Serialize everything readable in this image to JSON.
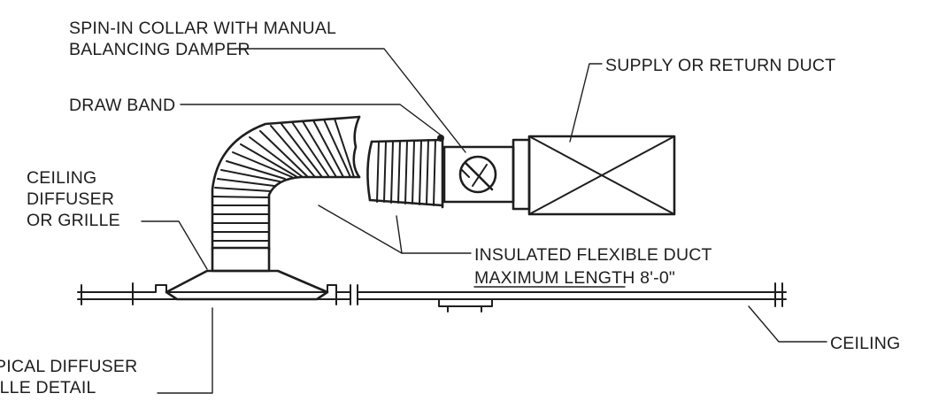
{
  "labels": {
    "collar_line1": "SPIN-IN COLLAR WITH MANUAL",
    "collar_line2": "BALANCING DAMPER",
    "supply_duct": "SUPPLY OR RETURN DUCT",
    "draw_band": "DRAW BAND",
    "diffuser_line1": "CEILING",
    "diffuser_line2": "DIFFUSER",
    "diffuser_line3": "OR GRILLE",
    "flex_line1": "INSULATED FLEXIBLE DUCT",
    "flex_line2": "MAXIMUM LENGTH 8'-0\"",
    "ceiling": "CEILING",
    "detail_line1": "PICAL DIFFUSER",
    "detail_line2": "ILLE DETAIL"
  },
  "colors": {
    "ink": "#1e1e1e",
    "paper": "#ffffff"
  }
}
